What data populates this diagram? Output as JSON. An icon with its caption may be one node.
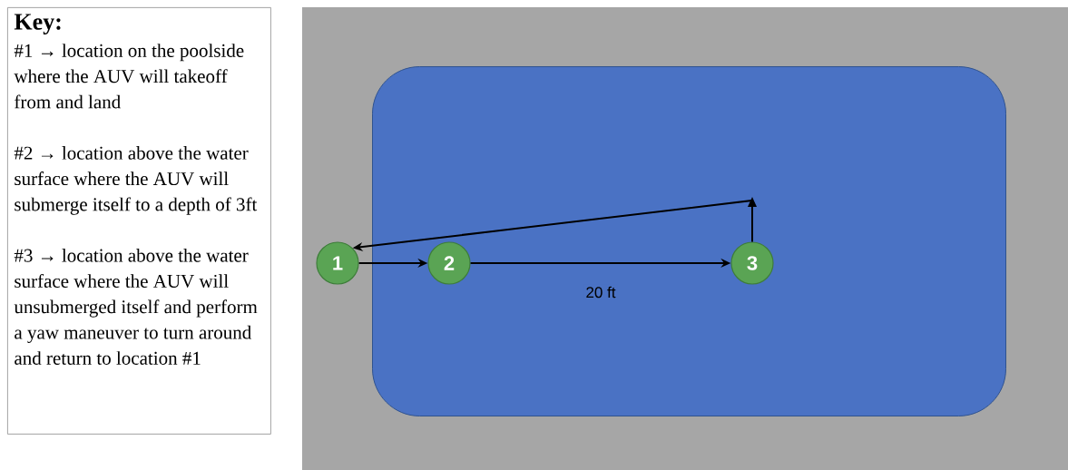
{
  "diagram": {
    "nodes": [
      {
        "text": [
          "Key:",
          "#1 → location on the poolside where the AUV will takeoff from and land",
          "#2 → location above the water surface where the AUV will submerge itself to a depth of 3ft",
          "#3 → location above the water surface where the AUV will unsubmerged itself and perform a yaw maneuver to turn around and return to location #1"
        ]
      },
      {
        "text": [],
        "shape": "box"
      },
      {
        "text": [],
        "shape": "box",
        "in": 1
      },
      {
        "text": [
          "1"
        ],
        "in": 1
      },
      {
        "text": [
          "2"
        ],
        "in": 2
      },
      {
        "text": [
          "3"
        ],
        "in": 2
      }
    ],
    "edges": [
      {
        "from": 3,
        "to": 4,
        "arrow": "to"
      },
      {
        "from": 4,
        "to": 5,
        "arrow": "to",
        "label": "20 ft"
      },
      {
        "from": 5,
        "to": 3,
        "arrow": "to"
      }
    ]
  }
}
